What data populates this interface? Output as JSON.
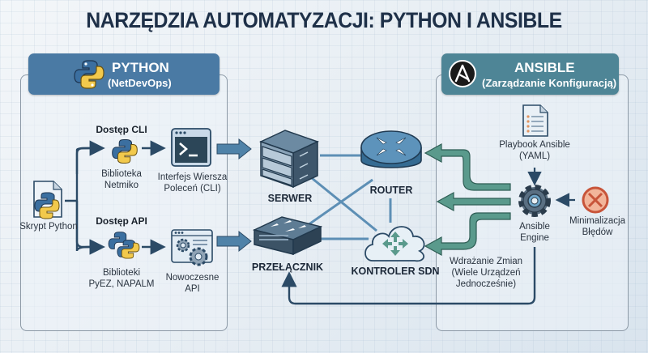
{
  "title": "NARZĘDZIA AUTOMATYZACJI: PYTHON I ANSIBLE",
  "python_panel": {
    "header_title": "PYTHON",
    "header_subtitle": "(NetDevOps)",
    "script_label": "Skrypt Python",
    "cli_heading": "Dostęp CLI",
    "netmiko_label_line1": "Biblioteka",
    "netmiko_label_line2": "Netmiko",
    "cli_label_line1": "Interfejs Wiersza",
    "cli_label_line2": "Poleceń (CLI)",
    "api_heading": "Dostęp API",
    "pyez_label_line1": "Biblioteki",
    "pyez_label_line2": "PyEZ, NAPALM",
    "api_label_line1": "Nowoczesne",
    "api_label_line2": "API"
  },
  "devices": {
    "server": "SERWER",
    "router": "ROUTER",
    "switch": "PRZEŁĄCZNIK",
    "sdn": "KONTROLER SDN"
  },
  "ansible_panel": {
    "header_title": "ANSIBLE",
    "header_subtitle": "(Zarządzanie Konfiguracją)",
    "playbook_line1": "Playbook Ansible",
    "playbook_line2": "(YAML)",
    "engine_line1": "Ansible",
    "engine_line2": "Engine",
    "errors_line1": "Minimalizacja",
    "errors_line2": "Błędów",
    "deploy_line1": "Wdrażanie Zmian",
    "deploy_line2": "(Wiele Urządzeń",
    "deploy_line3": "Jednocześnie)"
  },
  "colors": {
    "title": "#1e3048",
    "python_header": "#4a7aa4",
    "ansible_header": "#4e8596",
    "teal_arrow": "#5a9a8c",
    "navy_arrow": "#2b4a66",
    "device_blue": "#4f82a8",
    "error_red": "#e07a5a"
  }
}
